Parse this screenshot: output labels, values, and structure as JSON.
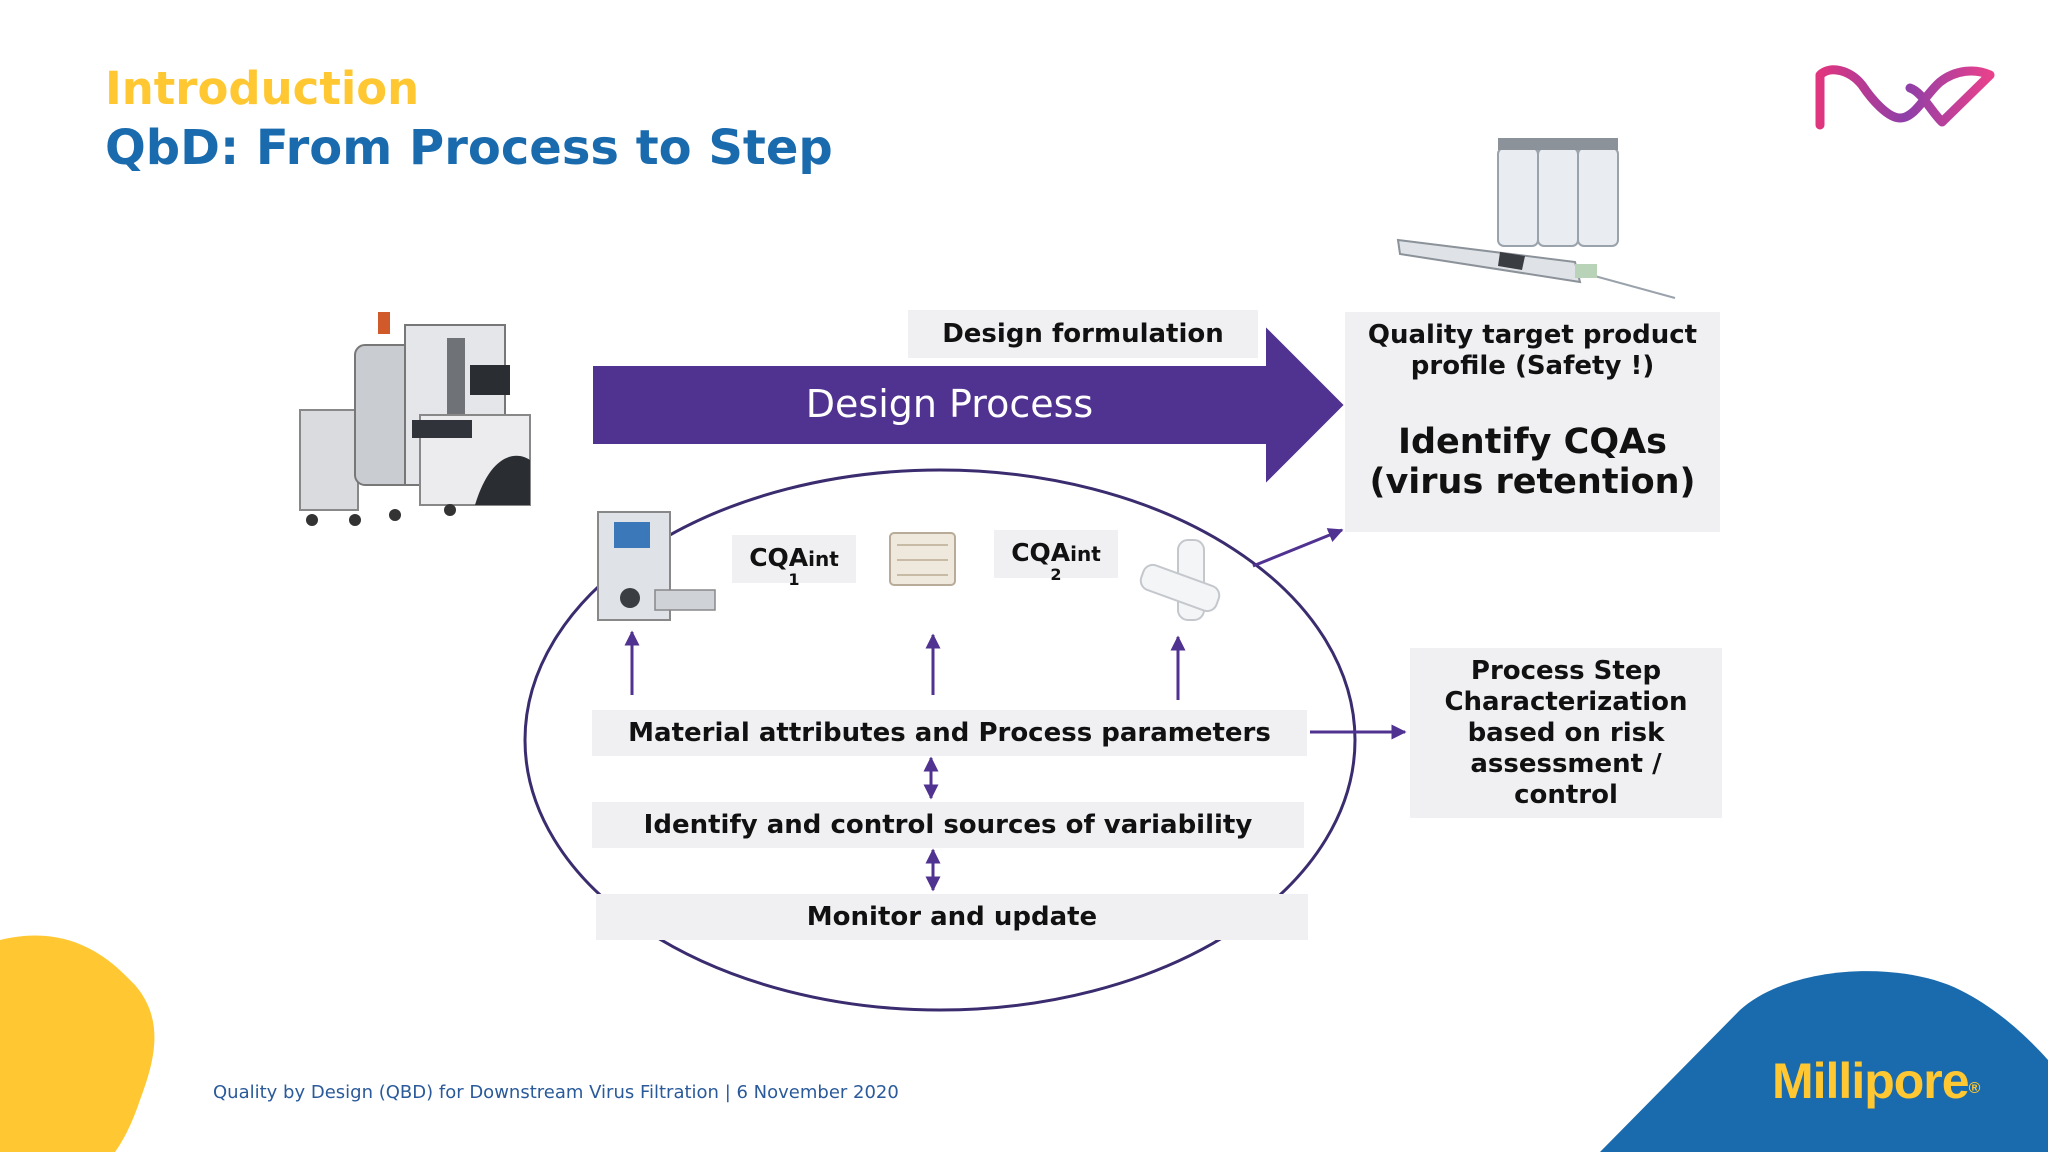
{
  "header": {
    "title": "Introduction",
    "subtitle": "QbD: From Process to Step"
  },
  "diagram": {
    "design_formulation": "Design formulation",
    "design_process": "Design Process",
    "quality_target_line1": "Quality target product",
    "quality_target_line2": "profile (Safety !)",
    "identify_cqas_line1": "Identify CQAs",
    "identify_cqas_line2": "(virus retention)",
    "cqa1_main": "CQA",
    "cqa1_sub": "int",
    "cqa1_index": "1",
    "cqa2_main": "CQA",
    "cqa2_sub": "int",
    "cqa2_index": "2",
    "material_attributes": "Material attributes and Process parameters",
    "identify_control": "Identify and control sources of variability",
    "monitor_update": "Monitor and update",
    "step_char_line1": "Process Step",
    "step_char_line2": "Characterization",
    "step_char_line3": "based on risk",
    "step_char_line4": "assessment /",
    "step_char_line5": "control"
  },
  "footer": {
    "text": "Quality by Design (QBD) for Downstream Virus Filtration | 6 November 2020",
    "brand": "Millipore",
    "brand_mark": "®"
  },
  "colors": {
    "yellow": "#FFC832",
    "blue": "#1A6BAE",
    "purple": "#503291",
    "box_bg": "#F0EFF2"
  }
}
